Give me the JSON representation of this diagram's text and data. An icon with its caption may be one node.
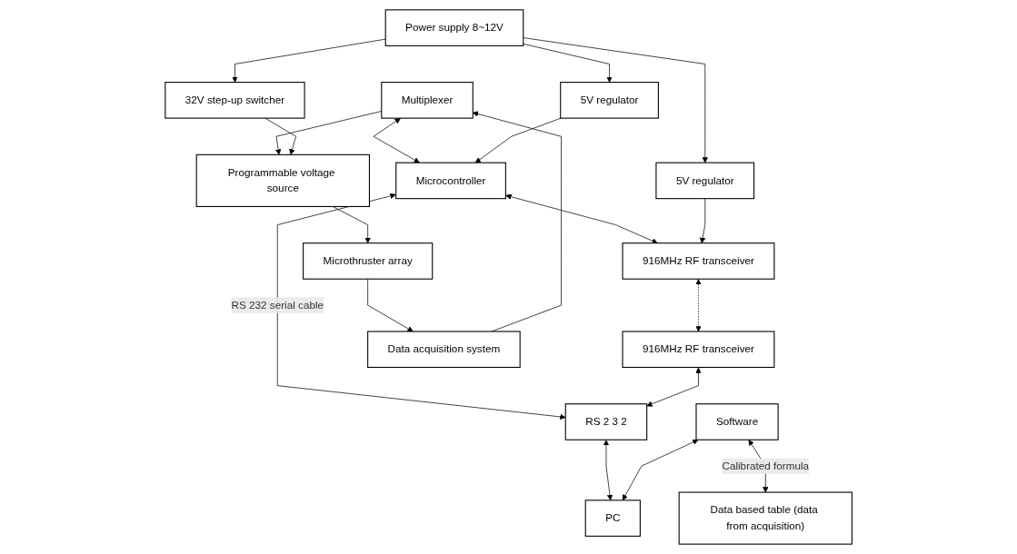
{
  "diagram": {
    "nodes": [
      {
        "text": [
          "Multiplexer"
        ]
      },
      {
        "text": [
          "Microcontroller"
        ]
      },
      {
        "text": [
          "RS 2 3 2"
        ]
      },
      {
        "text": [
          "Programmable voltage source"
        ]
      },
      {
        "text": [
          "916MHz RF transceiver"
        ]
      },
      {
        "text": [
          "916MHz RF transceiver"
        ]
      },
      {
        "text": [
          "5V regulator"
        ]
      },
      {
        "text": [
          "32V step-up switcher"
        ]
      },
      {
        "text": [
          "5V regulator"
        ]
      },
      {
        "text": [
          "Software"
        ]
      },
      {
        "text": [
          "PC"
        ]
      },
      {
        "text": [
          "Microthruster array"
        ]
      },
      {
        "text": [
          "Data acquisition system"
        ]
      },
      {
        "text": [
          "Power supply 8~12V"
        ]
      },
      {
        "text": [
          "Data based table (data from acquisition)"
        ]
      }
    ],
    "edges": [
      {
        "from": 0,
        "to": 1,
        "arrow": "both"
      },
      {
        "from": 1,
        "to": 2,
        "arrow": "both",
        "label": "RS 232 serial cable"
      },
      {
        "from": 0,
        "to": 3,
        "arrow": "to"
      },
      {
        "from": 3,
        "to": 11,
        "arrow": "to"
      },
      {
        "from": 11,
        "to": 12,
        "arrow": "to"
      },
      {
        "from": 12,
        "to": 0,
        "arrow": "to"
      },
      {
        "from": 1,
        "to": 4,
        "arrow": "both"
      },
      {
        "from": 4,
        "to": 5,
        "arrow": "both",
        "style": "dashed"
      },
      {
        "from": 5,
        "to": 2,
        "arrow": "both"
      },
      {
        "from": 2,
        "to": 10,
        "arrow": "both"
      },
      {
        "from": 9,
        "to": 10,
        "arrow": "both"
      },
      {
        "from": 9,
        "to": 14,
        "arrow": "both",
        "label": "Calibrated formula"
      },
      {
        "from": 6,
        "to": 1,
        "arrow": "to"
      },
      {
        "from": 13,
        "to": 6,
        "arrow": "to"
      },
      {
        "from": 13,
        "to": 7,
        "arrow": "to"
      },
      {
        "from": 7,
        "to": 3,
        "arrow": "to"
      },
      {
        "from": 13,
        "to": 8,
        "arrow": "to"
      },
      {
        "from": 8,
        "to": 4,
        "arrow": "to"
      }
    ]
  }
}
